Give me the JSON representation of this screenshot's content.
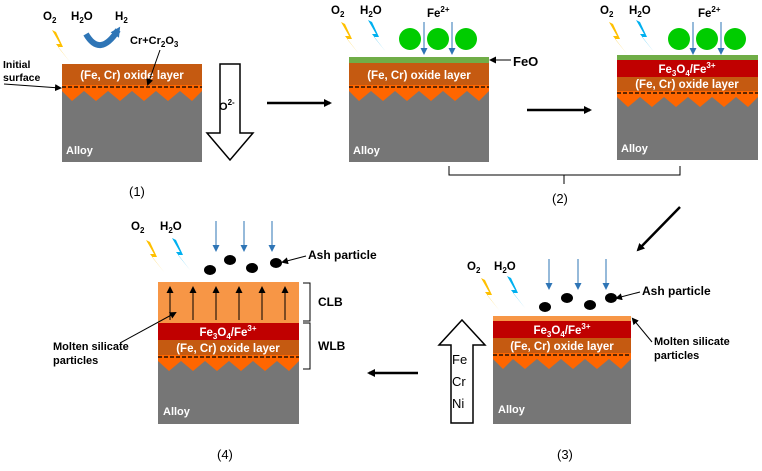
{
  "colors": {
    "oxide": "#c55a11",
    "alloy": "#767676",
    "spinel": "#c00000",
    "deposit": "#f79646",
    "feo": "#70ad47",
    "ion": "#00cc00",
    "bolt_o2": "#ffc000",
    "bolt_h2o": "#00b0f0",
    "arrow_blue": "#2e75b6",
    "swirl": "#2e75b6",
    "notch": "#ff6600"
  },
  "icons": [
    "lightning-bolt-icon",
    "curved-arrow-icon",
    "hollow-arrow-icon",
    "arrow-icon",
    "circle-icon"
  ],
  "stage1": {
    "o2": "O",
    "o2_sub": "2",
    "h2o_a": "H",
    "h2o_sub": "2",
    "h2o_b": "O",
    "h2": "H",
    "h2_sub": "2",
    "cr_label": "Cr+Cr",
    "cr_sub": "2",
    "cr_o": "O",
    "cr_sub2": "3",
    "initial_1": "Initial",
    "initial_2": "surface",
    "oxide": "(Fe, Cr) oxide layer",
    "alloy": "Alloy",
    "o_ion": "O",
    "o_ion_sup": "2-",
    "caption": "(1)"
  },
  "stage2a": {
    "o2": "O",
    "o2_sub": "2",
    "h2o_a": "H",
    "h2o_sub": "2",
    "h2o_b": "O",
    "fe": "Fe",
    "fe_sup": "2+",
    "oxide": "(Fe, Cr) oxide layer",
    "feo": "FeO",
    "alloy": "Alloy"
  },
  "stage2b": {
    "o2": "O",
    "o2_sub": "2",
    "h2o_a": "H",
    "h2o_sub": "2",
    "h2o_b": "O",
    "fe": "Fe",
    "fe_sup": "2+",
    "spinel_a": "Fe",
    "spinel_sub": "3",
    "spinel_b": "O",
    "spinel_sub2": "4",
    "spinel_c": "/Fe",
    "spinel_sup": "3+",
    "oxide": "(Fe, Cr) oxide layer",
    "alloy": "Alloy",
    "caption": "(2)"
  },
  "stage3": {
    "o2": "O",
    "o2_sub": "2",
    "h2o_a": "H",
    "h2o_sub": "2",
    "h2o_b": "O",
    "ash": "Ash particle",
    "spinel_a": "Fe",
    "spinel_sub": "3",
    "spinel_b": "O",
    "spinel_sub2": "4",
    "spinel_c": "/Fe",
    "spinel_sup": "3+",
    "oxide": "(Fe, Cr) oxide layer",
    "molten_1": "Molten silicate",
    "molten_2": "particles",
    "alloy": "Alloy",
    "fe": "Fe",
    "cr": "Cr",
    "ni": "Ni",
    "caption": "(3)"
  },
  "stage4": {
    "o2": "O",
    "o2_sub": "2",
    "h2o_a": "H",
    "h2o_sub": "2",
    "h2o_b": "O",
    "ash": "Ash particle",
    "clb": "CLB",
    "wlb": "WLB",
    "spinel_a": "Fe",
    "spinel_sub": "3",
    "spinel_b": "O",
    "spinel_sub2": "4",
    "spinel_c": "/Fe",
    "spinel_sup": "3+",
    "oxide": "(Fe, Cr) oxide layer",
    "molten_1": "Molten silicate",
    "molten_2": "particles",
    "alloy": "Alloy",
    "caption": "(4)"
  }
}
